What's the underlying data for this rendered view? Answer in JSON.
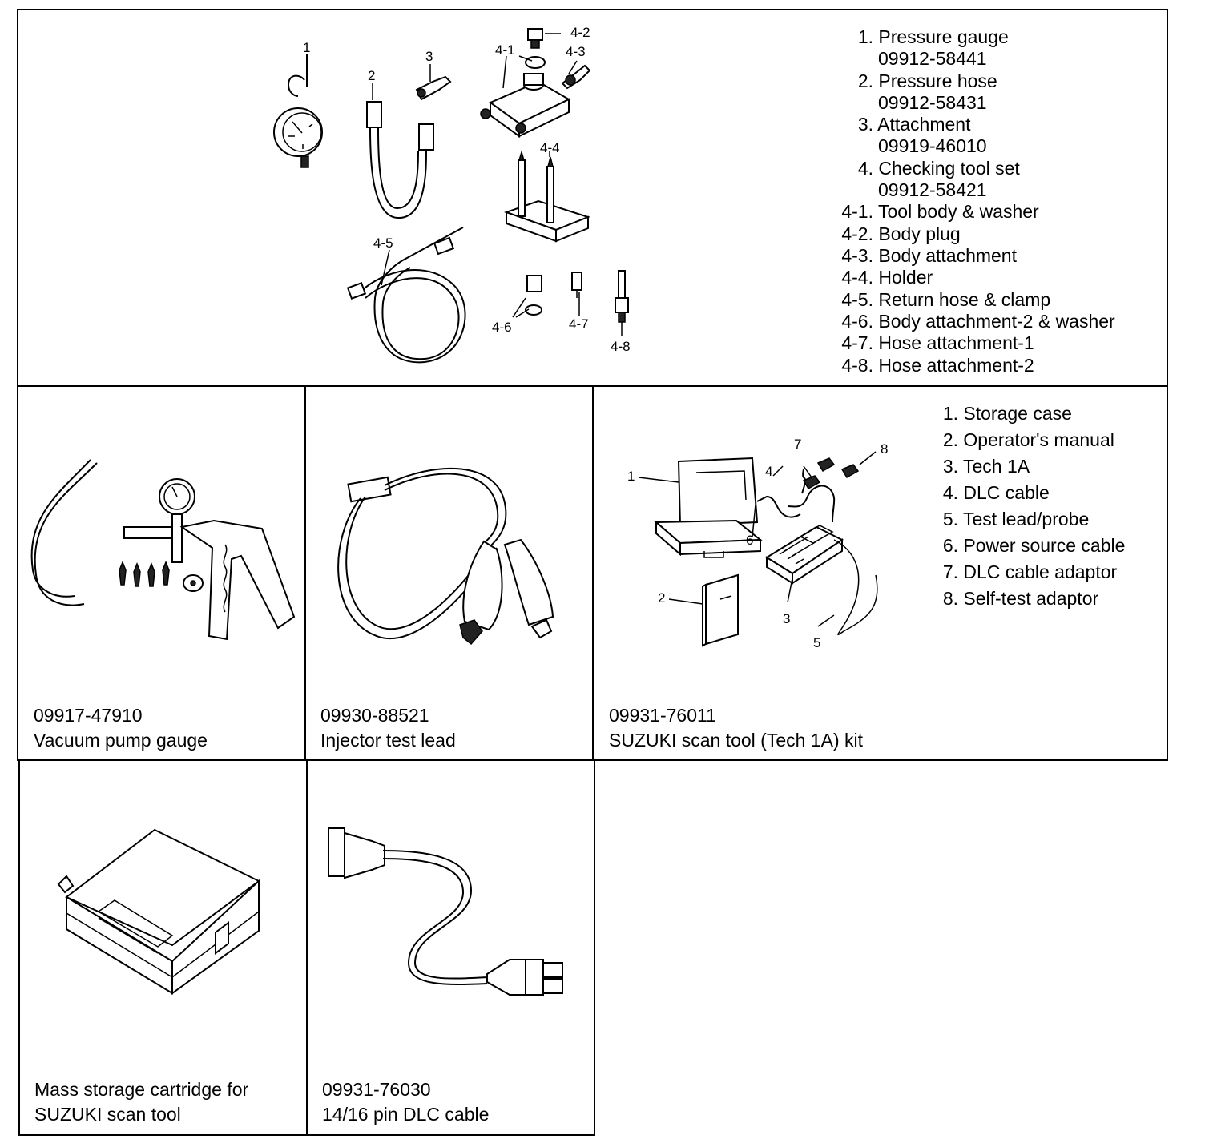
{
  "top_panel": {
    "callouts": [
      "1",
      "2",
      "3",
      "4-1",
      "4-2",
      "4-3",
      "4-4",
      "4-5",
      "4-6",
      "4-7",
      "4-8"
    ],
    "parts": [
      {
        "num": "1.",
        "name": "Pressure gauge",
        "code": "09912-58441"
      },
      {
        "num": "2.",
        "name": "Pressure hose",
        "code": "09912-58431"
      },
      {
        "num": "3.",
        "name": "Attachment",
        "code": "09919-46010"
      },
      {
        "num": "4.",
        "name": "Checking tool set",
        "code": "09912-58421"
      },
      {
        "num": "4-1.",
        "name": "Tool body & washer",
        "code": ""
      },
      {
        "num": "4-2.",
        "name": "Body plug",
        "code": ""
      },
      {
        "num": "4-3.",
        "name": "Body attachment",
        "code": ""
      },
      {
        "num": "4-4.",
        "name": "Holder",
        "code": ""
      },
      {
        "num": "4-5.",
        "name": "Return hose & clamp",
        "code": ""
      },
      {
        "num": "4-6.",
        "name": "Body attachment-2 & washer",
        "code": ""
      },
      {
        "num": "4-7.",
        "name": "Hose attachment-1",
        "code": ""
      },
      {
        "num": "4-8.",
        "name": "Hose attachment-2",
        "code": ""
      }
    ]
  },
  "vacuum_pump": {
    "code": "09917-47910",
    "name": "Vacuum pump gauge"
  },
  "injector_lead": {
    "code": "09930-88521",
    "name": "Injector test lead"
  },
  "scan_tool": {
    "code": "09931-76011",
    "name": "SUZUKI scan tool (Tech 1A) kit",
    "callouts": [
      "1",
      "2",
      "3",
      "4",
      "5",
      "6",
      "7",
      "8"
    ],
    "parts": [
      {
        "num": "1.",
        "name": "Storage case"
      },
      {
        "num": "2.",
        "name": "Operator's manual"
      },
      {
        "num": "3.",
        "name": "Tech 1A"
      },
      {
        "num": "4.",
        "name": "DLC cable"
      },
      {
        "num": "5.",
        "name": "Test lead/probe"
      },
      {
        "num": "6.",
        "name": "Power source cable"
      },
      {
        "num": "7.",
        "name": "DLC cable adaptor"
      },
      {
        "num": "8.",
        "name": "Self-test adaptor"
      }
    ]
  },
  "cartridge": {
    "line1": "Mass storage cartridge for",
    "line2": "SUZUKI scan tool"
  },
  "dlc_cable": {
    "code": "09931-76030",
    "name": "14/16 pin DLC cable"
  }
}
